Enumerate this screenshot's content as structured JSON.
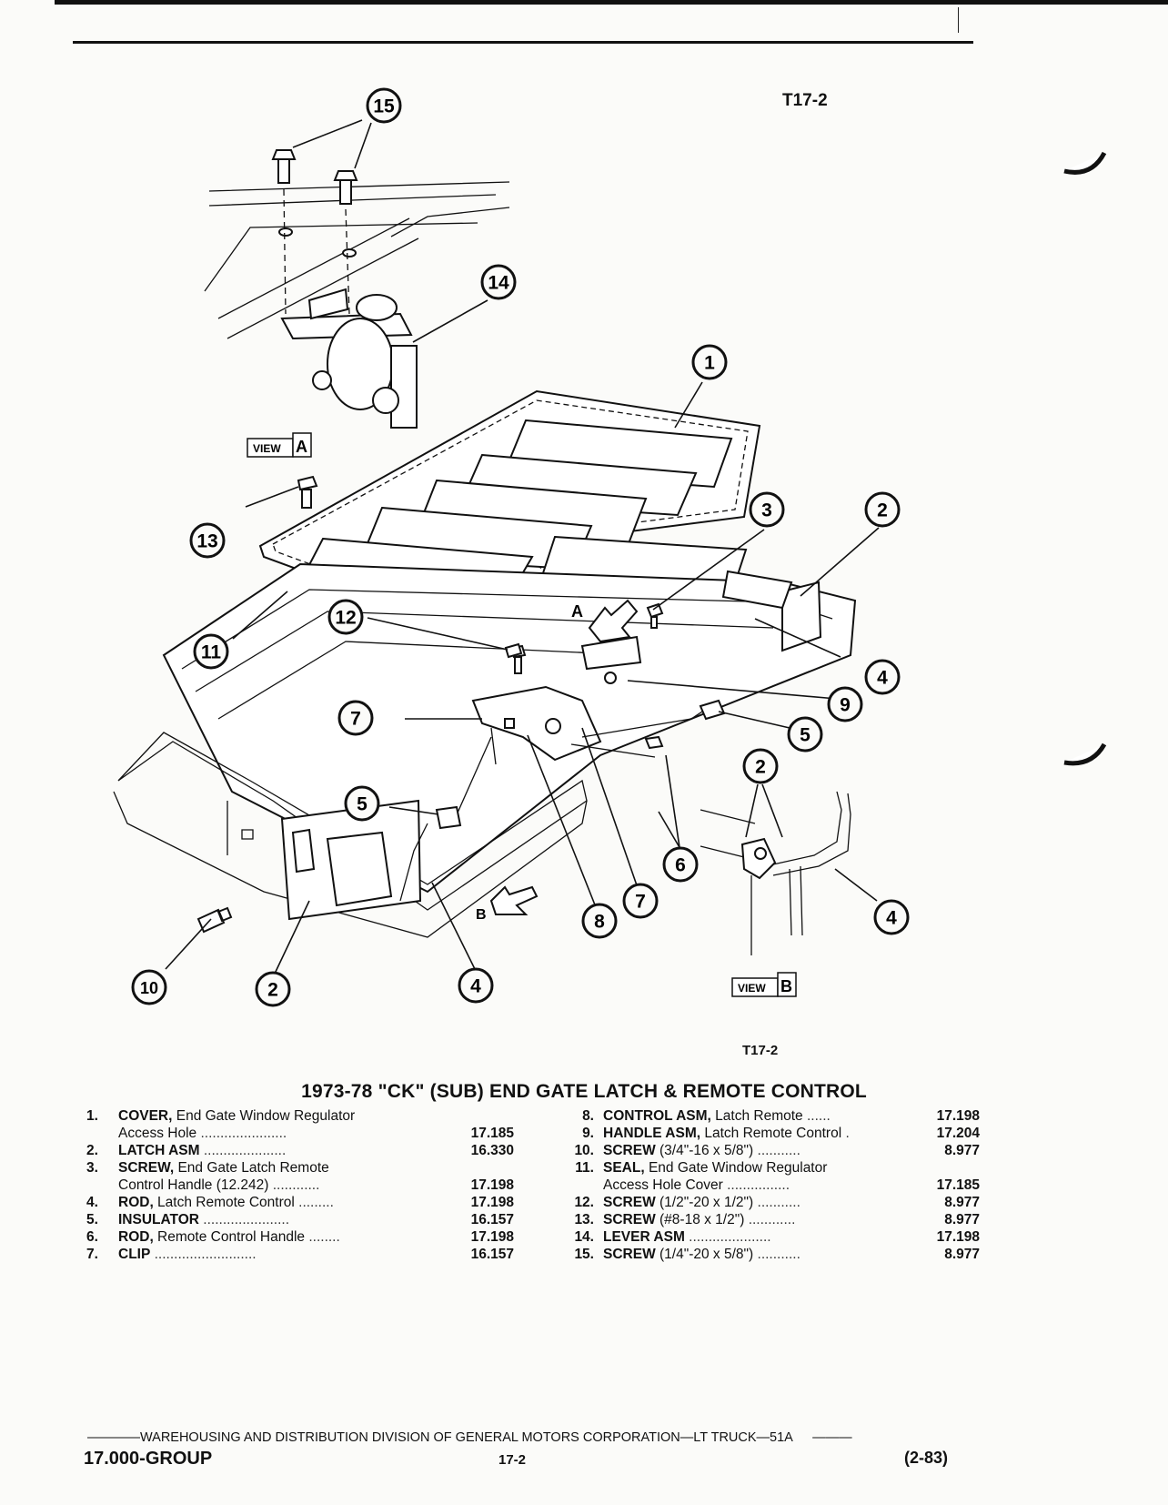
{
  "header": {
    "figure_top": "T17-2",
    "figure_bottom": "T17-2"
  },
  "diagram": {
    "view_a": {
      "word": "VIEW",
      "letter": "A"
    },
    "view_b": {
      "word": "VIEW",
      "letter": "B"
    },
    "arrow_a": "A",
    "arrow_b": "B",
    "callouts": {
      "c1": "1",
      "c2": "2",
      "c2b": "2",
      "c2c": "2",
      "c3": "3",
      "c4": "4",
      "c4b": "4",
      "c4c": "4",
      "c5": "5",
      "c5b": "5",
      "c6": "6",
      "c7": "7",
      "c7b": "7",
      "c8": "8",
      "c9": "9",
      "c10": "10",
      "c11": "11",
      "c12": "12",
      "c13": "13",
      "c14": "14",
      "c15": "15"
    }
  },
  "title": "1973-78 \"CK\" (SUB) END GATE LATCH & REMOTE CONTROL",
  "parts_left": [
    {
      "num": "1.",
      "name": "COVER,",
      "desc": " End Gate Window Regulator",
      "dots": "",
      "ref": ""
    },
    {
      "num": "",
      "name": "",
      "desc": "Access Hole",
      "dots": " ......................",
      "ref": "17.185"
    },
    {
      "num": "2.",
      "name": "LATCH ASM",
      "desc": "",
      "dots": " .....................",
      "ref": "16.330"
    },
    {
      "num": "3.",
      "name": "SCREW,",
      "desc": " End Gate Latch Remote",
      "dots": "",
      "ref": ""
    },
    {
      "num": "",
      "name": "",
      "desc": "Control Handle (12.242)",
      "dots": " ............",
      "ref": "17.198"
    },
    {
      "num": "4.",
      "name": "ROD,",
      "desc": " Latch Remote Control",
      "dots": " .........",
      "ref": "17.198"
    },
    {
      "num": "5.",
      "name": "INSULATOR",
      "desc": "",
      "dots": " ......................",
      "ref": "16.157"
    },
    {
      "num": "6.",
      "name": "ROD,",
      "desc": " Remote Control Handle",
      "dots": " ........",
      "ref": "17.198"
    },
    {
      "num": "7.",
      "name": "CLIP",
      "desc": "",
      "dots": " ..........................",
      "ref": "16.157"
    }
  ],
  "parts_right": [
    {
      "num": "8.",
      "name": "CONTROL ASM,",
      "desc": " Latch Remote",
      "dots": " ......",
      "ref": "17.198"
    },
    {
      "num": "9.",
      "name": "HANDLE ASM,",
      "desc": " Latch Remote Control",
      "dots": " .",
      "ref": "17.204"
    },
    {
      "num": "10.",
      "name": "SCREW",
      "desc": " (3/4\"-16 x 5/8\")",
      "dots": " ...........",
      "ref": "8.977"
    },
    {
      "num": "11.",
      "name": "SEAL,",
      "desc": " End Gate Window Regulator",
      "dots": "",
      "ref": ""
    },
    {
      "num": "",
      "name": "",
      "desc": "Access Hole Cover",
      "dots": " ................",
      "ref": "17.185"
    },
    {
      "num": "12.",
      "name": "SCREW",
      "desc": " (1/2\"-20 x 1/2\")",
      "dots": " ...........",
      "ref": "8.977"
    },
    {
      "num": "13.",
      "name": "SCREW",
      "desc": " (#8-18 x 1/2\")",
      "dots": " ............",
      "ref": "8.977"
    },
    {
      "num": "14.",
      "name": "LEVER ASM",
      "desc": "",
      "dots": " .....................",
      "ref": "17.198"
    },
    {
      "num": "15.",
      "name": "SCREW",
      "desc": " (1/4\"-20 x 5/8\")",
      "dots": " ...........",
      "ref": "8.977"
    }
  ],
  "footer": {
    "dash_left": "————",
    "division": "WAREHOUSING AND DISTRIBUTION  DIVISION OF GENERAL MOTORS CORPORATION—LT TRUCK—51A",
    "dash_right": "———",
    "group": "17.000-GROUP",
    "page": "17-2",
    "date": "(2-83)"
  }
}
